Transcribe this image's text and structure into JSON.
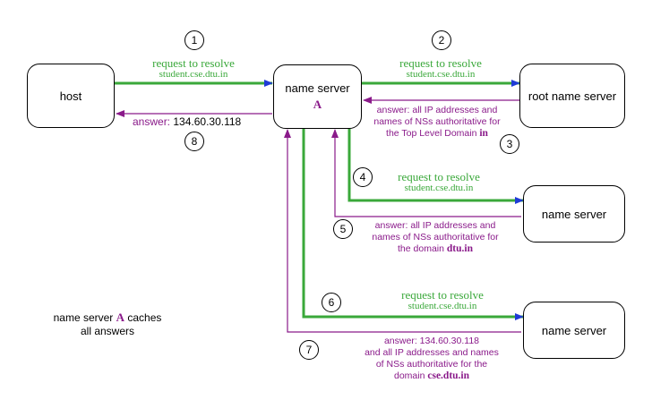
{
  "nodes": {
    "host": {
      "label": "host"
    },
    "ns_a": {
      "label": "name server",
      "sub": "A"
    },
    "root": {
      "label": "root name server"
    },
    "tld": {
      "label": "name server"
    },
    "auth": {
      "label": "name server"
    }
  },
  "steps": [
    "1",
    "2",
    "3",
    "4",
    "5",
    "6",
    "7",
    "8"
  ],
  "requests": {
    "r1": {
      "line1": "request to resolve",
      "line2": "student.cse.dtu.in"
    },
    "r2": {
      "line1": "request to resolve",
      "line2": "student.cse.dtu.in"
    },
    "r4": {
      "line1": "request to resolve",
      "line2": "student.cse.dtu.in"
    },
    "r6": {
      "line1": "request to resolve",
      "line2": "student.cse.dtu.in"
    }
  },
  "answers": {
    "a3": {
      "lines": [
        "answer: all IP addresses and",
        "names of NSs authoritative for",
        "the Top Level Domain"
      ],
      "domain": "in"
    },
    "a5": {
      "lines": [
        "answer: all IP addresses and",
        "names of NSs authoritative for",
        "the domain"
      ],
      "domain": "dtu.in"
    },
    "a7": {
      "lines": [
        "answer: 134.60.30.118",
        "and all IP addresses and names",
        "of NSs authoritative for the",
        "domain"
      ],
      "domain": "cse.dtu.in"
    },
    "a8": {
      "prefix": "answer:",
      "value": "134.60.30.118"
    }
  },
  "note": {
    "pre": "name server",
    "em": "A",
    "post": "caches",
    "line2": "all answers"
  },
  "colors": {
    "request": "#3aa83a",
    "answer": "#8a1a8a",
    "request_arrow": "#1f3bd6",
    "answer_arrow": "#8a1a8a"
  }
}
